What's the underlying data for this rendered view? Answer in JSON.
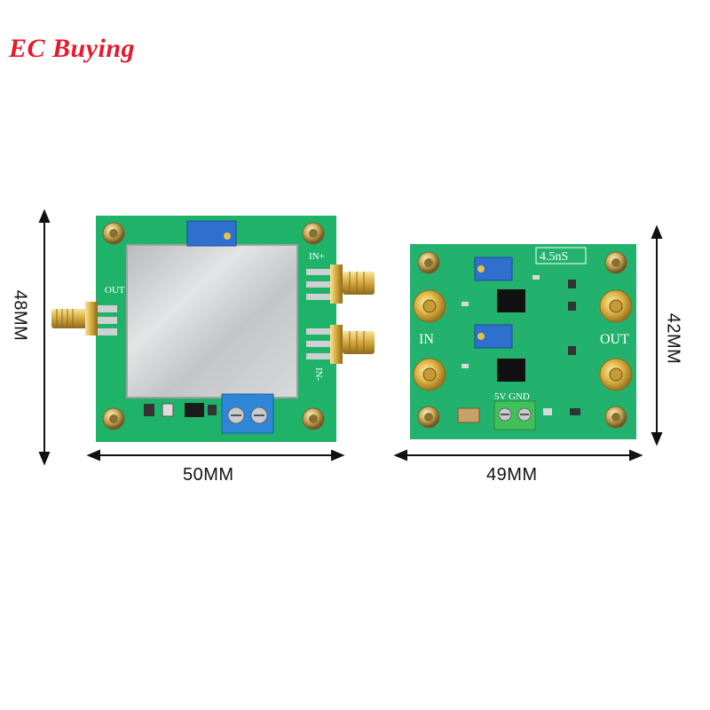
{
  "brand": {
    "text": "EC Buying",
    "color": "#e8192c"
  },
  "dimensions": {
    "left_width": "50MM",
    "left_height": "48MM",
    "right_width": "49MM",
    "right_height": "42MM"
  },
  "left_board": {
    "label_out": "OUT",
    "label_in_plus": "IN+",
    "label_in_minus": "IN-",
    "pcb_color": "#1fb36a",
    "shield_color": "#c9cacc"
  },
  "right_board": {
    "label_speed": "4.5nS",
    "label_in": "IN",
    "label_out": "OUT",
    "label_power": "5V GND",
    "pcb_color": "#22b26d"
  }
}
